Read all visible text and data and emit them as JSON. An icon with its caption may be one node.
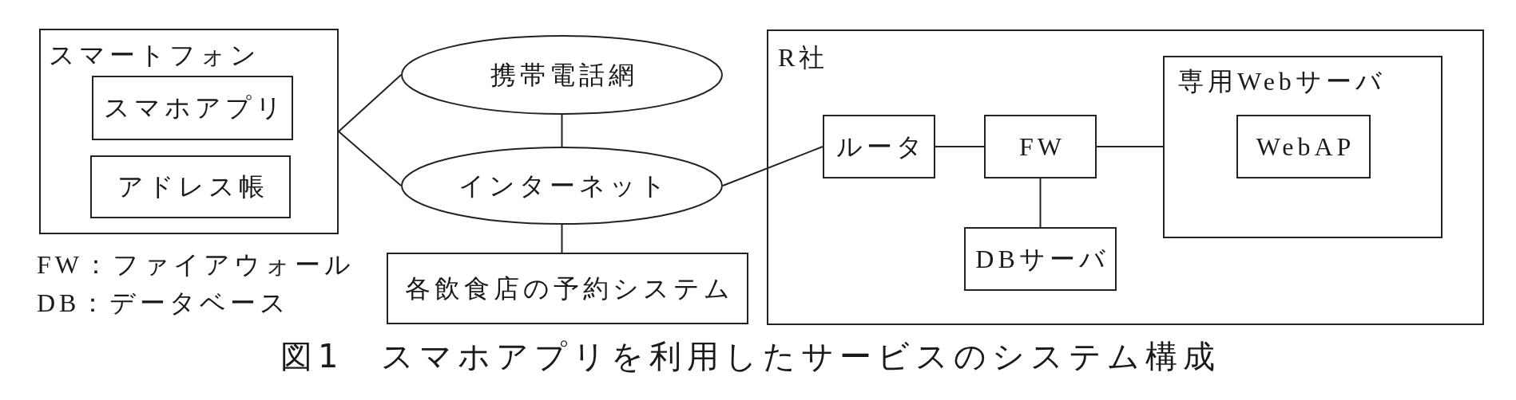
{
  "diagram": {
    "caption": "図1　スマホアプリを利用したサービスのシステム構成",
    "nodes": [
      {
        "text": [
          "スマートフォン"
        ]
      },
      {
        "text": [
          "スマホアプリ"
        ],
        "in": 0
      },
      {
        "text": [
          "アドレス帳"
        ],
        "in": 0
      },
      {
        "text": [
          "携帯電話網"
        ]
      },
      {
        "text": [
          "インターネット"
        ]
      },
      {
        "text": [
          "各飲食店の予約システム"
        ]
      },
      {
        "text": [
          "R社"
        ]
      },
      {
        "text": [
          "ルータ"
        ],
        "in": 6
      },
      {
        "text": [
          "FW"
        ],
        "in": 6
      },
      {
        "text": [
          "専用Webサーバ"
        ],
        "in": 6
      },
      {
        "text": [
          "WebAP"
        ],
        "in": 9
      },
      {
        "text": [
          "DBサーバ"
        ],
        "in": 6
      }
    ],
    "edges": [
      {
        "from": 0,
        "to": 3,
        "arrow": "none"
      },
      {
        "from": 0,
        "to": 4,
        "arrow": "none"
      },
      {
        "from": 3,
        "to": 4,
        "arrow": "none"
      },
      {
        "from": 4,
        "to": 5,
        "arrow": "none"
      },
      {
        "from": 4,
        "to": 7,
        "arrow": "none"
      },
      {
        "from": 7,
        "to": 8,
        "arrow": "none"
      },
      {
        "from": 8,
        "to": 9,
        "arrow": "none"
      },
      {
        "from": 8,
        "to": 11,
        "arrow": "none"
      }
    ],
    "labels": [
      "FW：ファイアウォール",
      "DB：データベース"
    ]
  }
}
